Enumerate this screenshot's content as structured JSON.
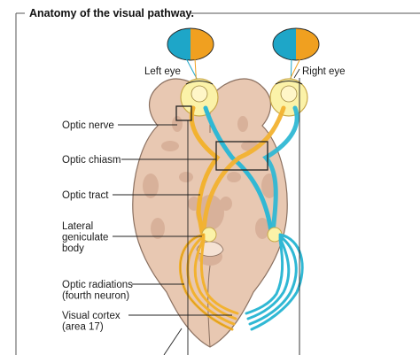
{
  "title": "Anatomy of the visual pathway.",
  "eye_labels": {
    "left": "Left eye",
    "right": "Right eye"
  },
  "labels": [
    {
      "id": "optic-nerve",
      "lines": [
        "Optic nerve"
      ]
    },
    {
      "id": "optic-chiasm",
      "lines": [
        "Optic chiasm"
      ]
    },
    {
      "id": "optic-tract",
      "lines": [
        "Optic tract"
      ]
    },
    {
      "id": "lgb",
      "lines": [
        "Lateral",
        "geniculate",
        "body"
      ]
    },
    {
      "id": "optic-radiations",
      "lines": [
        "Optic radiations",
        "(fourth neuron)"
      ]
    },
    {
      "id": "visual-cortex",
      "lines": [
        "Visual cortex",
        "(area 17)"
      ]
    }
  ],
  "colors": {
    "brain": "#e8c8b2",
    "brain_outline": "#8a7060",
    "brain_shadow": "#d6ad96",
    "temporal_field": "#1ea6c8",
    "nasal_field": "#f0a020",
    "eye_fill": "#fbf2a8",
    "pathway_blue": "#30b8d4",
    "pathway_orange": "#f2b230",
    "frame": "#555555"
  }
}
